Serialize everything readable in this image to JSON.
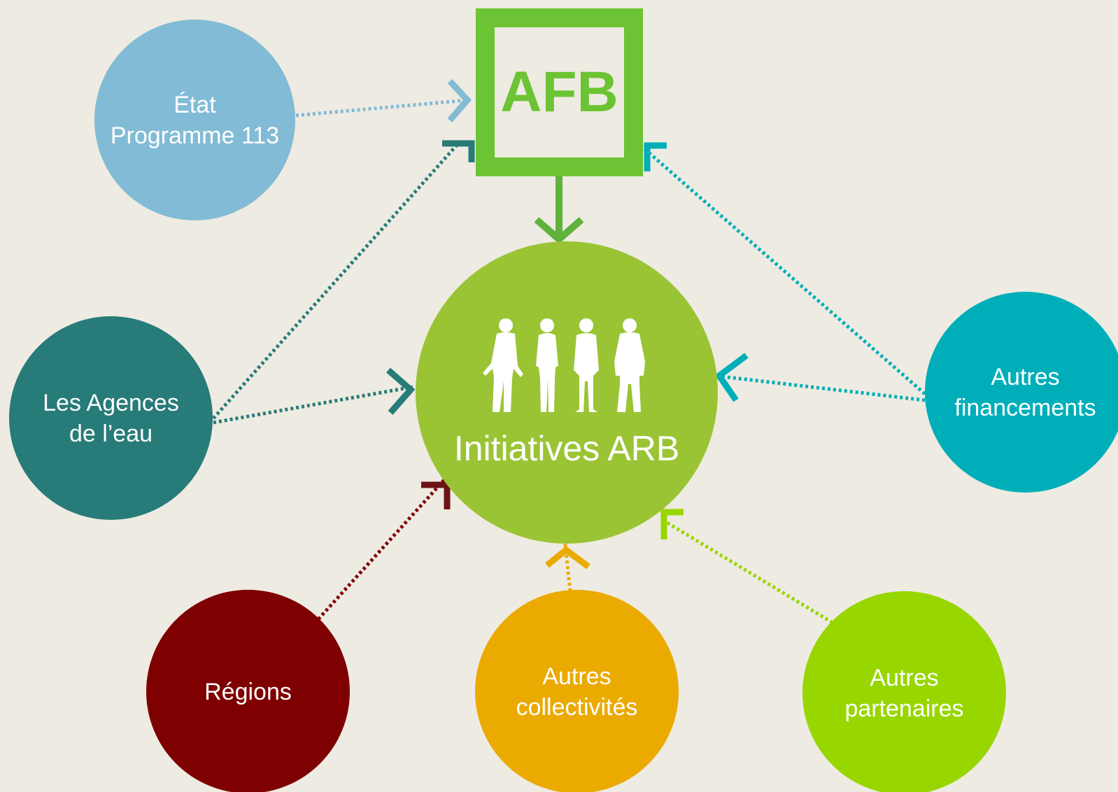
{
  "afb": {
    "label": "AFB",
    "color": "#6CC333"
  },
  "center": {
    "label": "Initiatives ARB",
    "color": "#9BC435",
    "icon": "people-silhouettes-icon"
  },
  "sources": {
    "etat": {
      "line1": "État",
      "line2": "Programme 113",
      "color": "#82BBD5"
    },
    "agences": {
      "line1": "Les Agences",
      "line2": "de l’eau",
      "color": "#277B78"
    },
    "autres_financements": {
      "line1": "Autres",
      "line2": "financements",
      "color": "#00AEB9"
    },
    "regions": {
      "line1": "Régions",
      "color": "#7E0000"
    },
    "autres_collectivites": {
      "line1": "Autres",
      "line2": "collectivités",
      "color": "#EAAA00"
    },
    "autres_partenaires": {
      "line1": "Autres",
      "line2": "partenaires",
      "color": "#98D600"
    }
  }
}
